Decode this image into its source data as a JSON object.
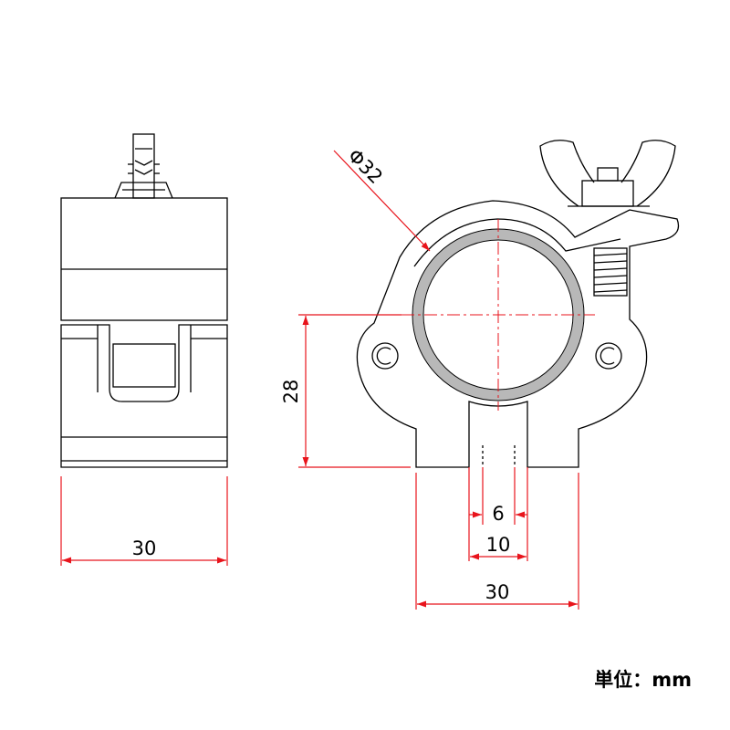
{
  "dimensions": {
    "side_width": "30",
    "tube_diameter": "Φ32",
    "height": "28",
    "slot_inner": "6",
    "slot_outer": "10",
    "front_width": "30"
  },
  "unit_label": "単位：mm",
  "colors": {
    "outline": "#000000",
    "dimension": "#e8141c",
    "tube": "#b8b8b8"
  }
}
